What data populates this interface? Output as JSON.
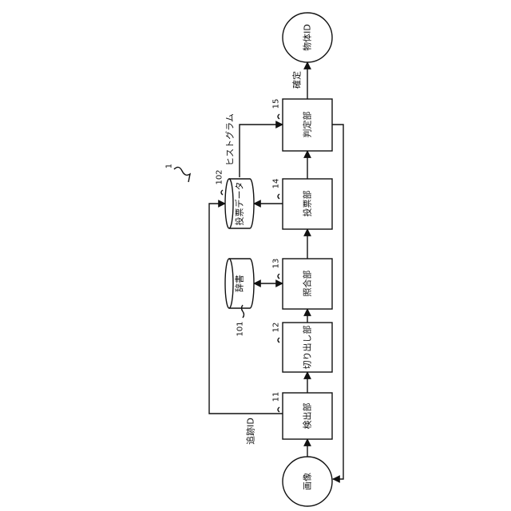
{
  "figure_ref": "1",
  "blocks": {
    "detector": {
      "label": "検出部",
      "ref": "11"
    },
    "cutout": {
      "label": "切り出し部",
      "ref": "12"
    },
    "matcher": {
      "label": "照合部",
      "ref": "13"
    },
    "voter": {
      "label": "投票部",
      "ref": "14"
    },
    "judge": {
      "label": "判定部",
      "ref": "15"
    }
  },
  "stores": {
    "dictionary": {
      "label": "辞書",
      "ref": "101"
    },
    "vote_data": {
      "label": "投票データ",
      "ref": "102"
    }
  },
  "terminals": {
    "image": {
      "label": "画像"
    },
    "object_id": {
      "label": "物体ID"
    }
  },
  "edge_labels": {
    "tracking_id": "追跡ID",
    "histogram": "ヒストグラム",
    "confirm": "確定"
  },
  "colors": {
    "line": "#111111",
    "background": "#ffffff"
  }
}
